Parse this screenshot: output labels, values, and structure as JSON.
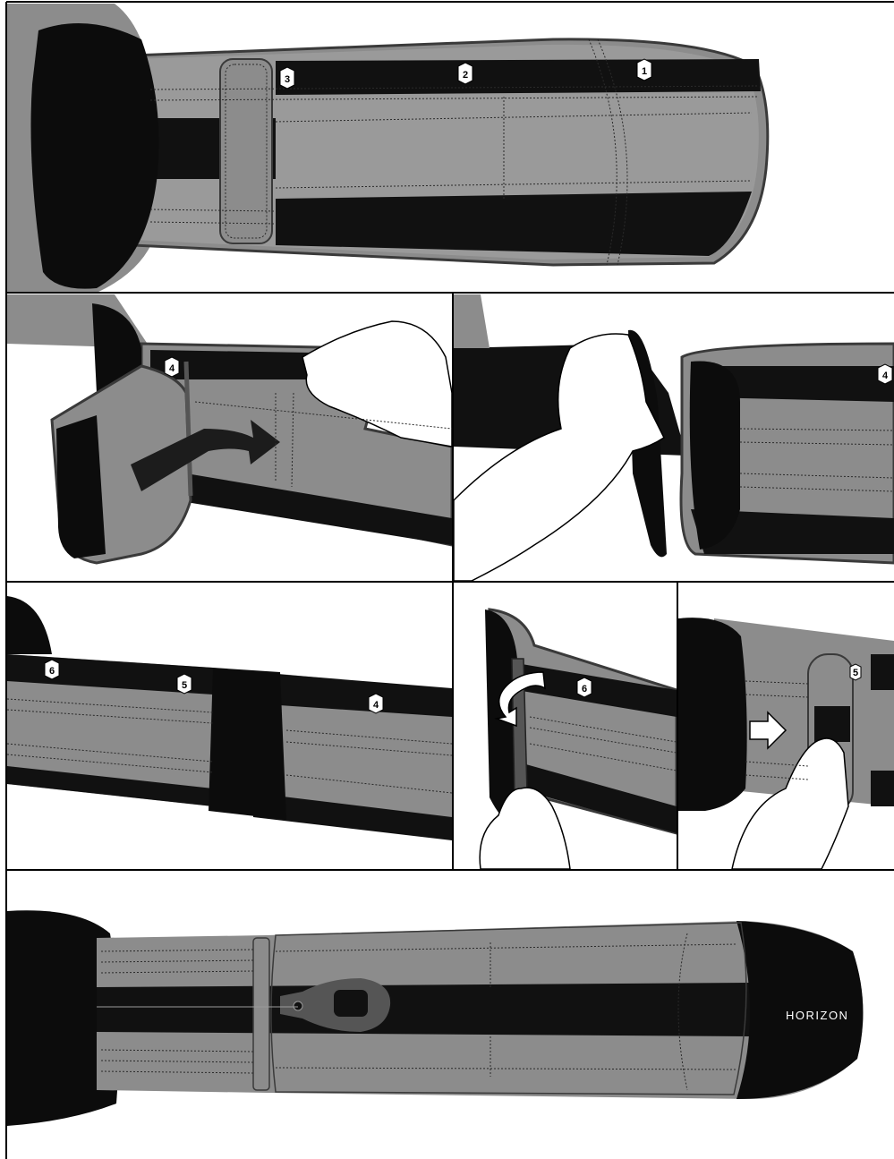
{
  "colors": {
    "strap_gray": "#8c8c8c",
    "strap_dark": "#111111",
    "outline": "#3a3a3a",
    "skin_white": "#ffffff",
    "hinge": "#555555",
    "border": "#000000"
  },
  "panels": [
    {
      "id": "step-1",
      "labels": [
        "1",
        "2",
        "3"
      ]
    },
    {
      "id": "step-2",
      "labels": [
        "4"
      ]
    },
    {
      "id": "step-3",
      "labels": [
        "4"
      ]
    },
    {
      "id": "step-4",
      "labels": [
        "6",
        "5",
        "4"
      ]
    },
    {
      "id": "step-5",
      "labels": [
        "6"
      ]
    },
    {
      "id": "step-6",
      "labels": [
        "5"
      ]
    },
    {
      "id": "step-7",
      "labels": []
    }
  ],
  "brand": {
    "text": "HORIZON"
  },
  "icons": [
    "arrow-right-icon",
    "curved-arrow-icon",
    "hand-icon"
  ]
}
